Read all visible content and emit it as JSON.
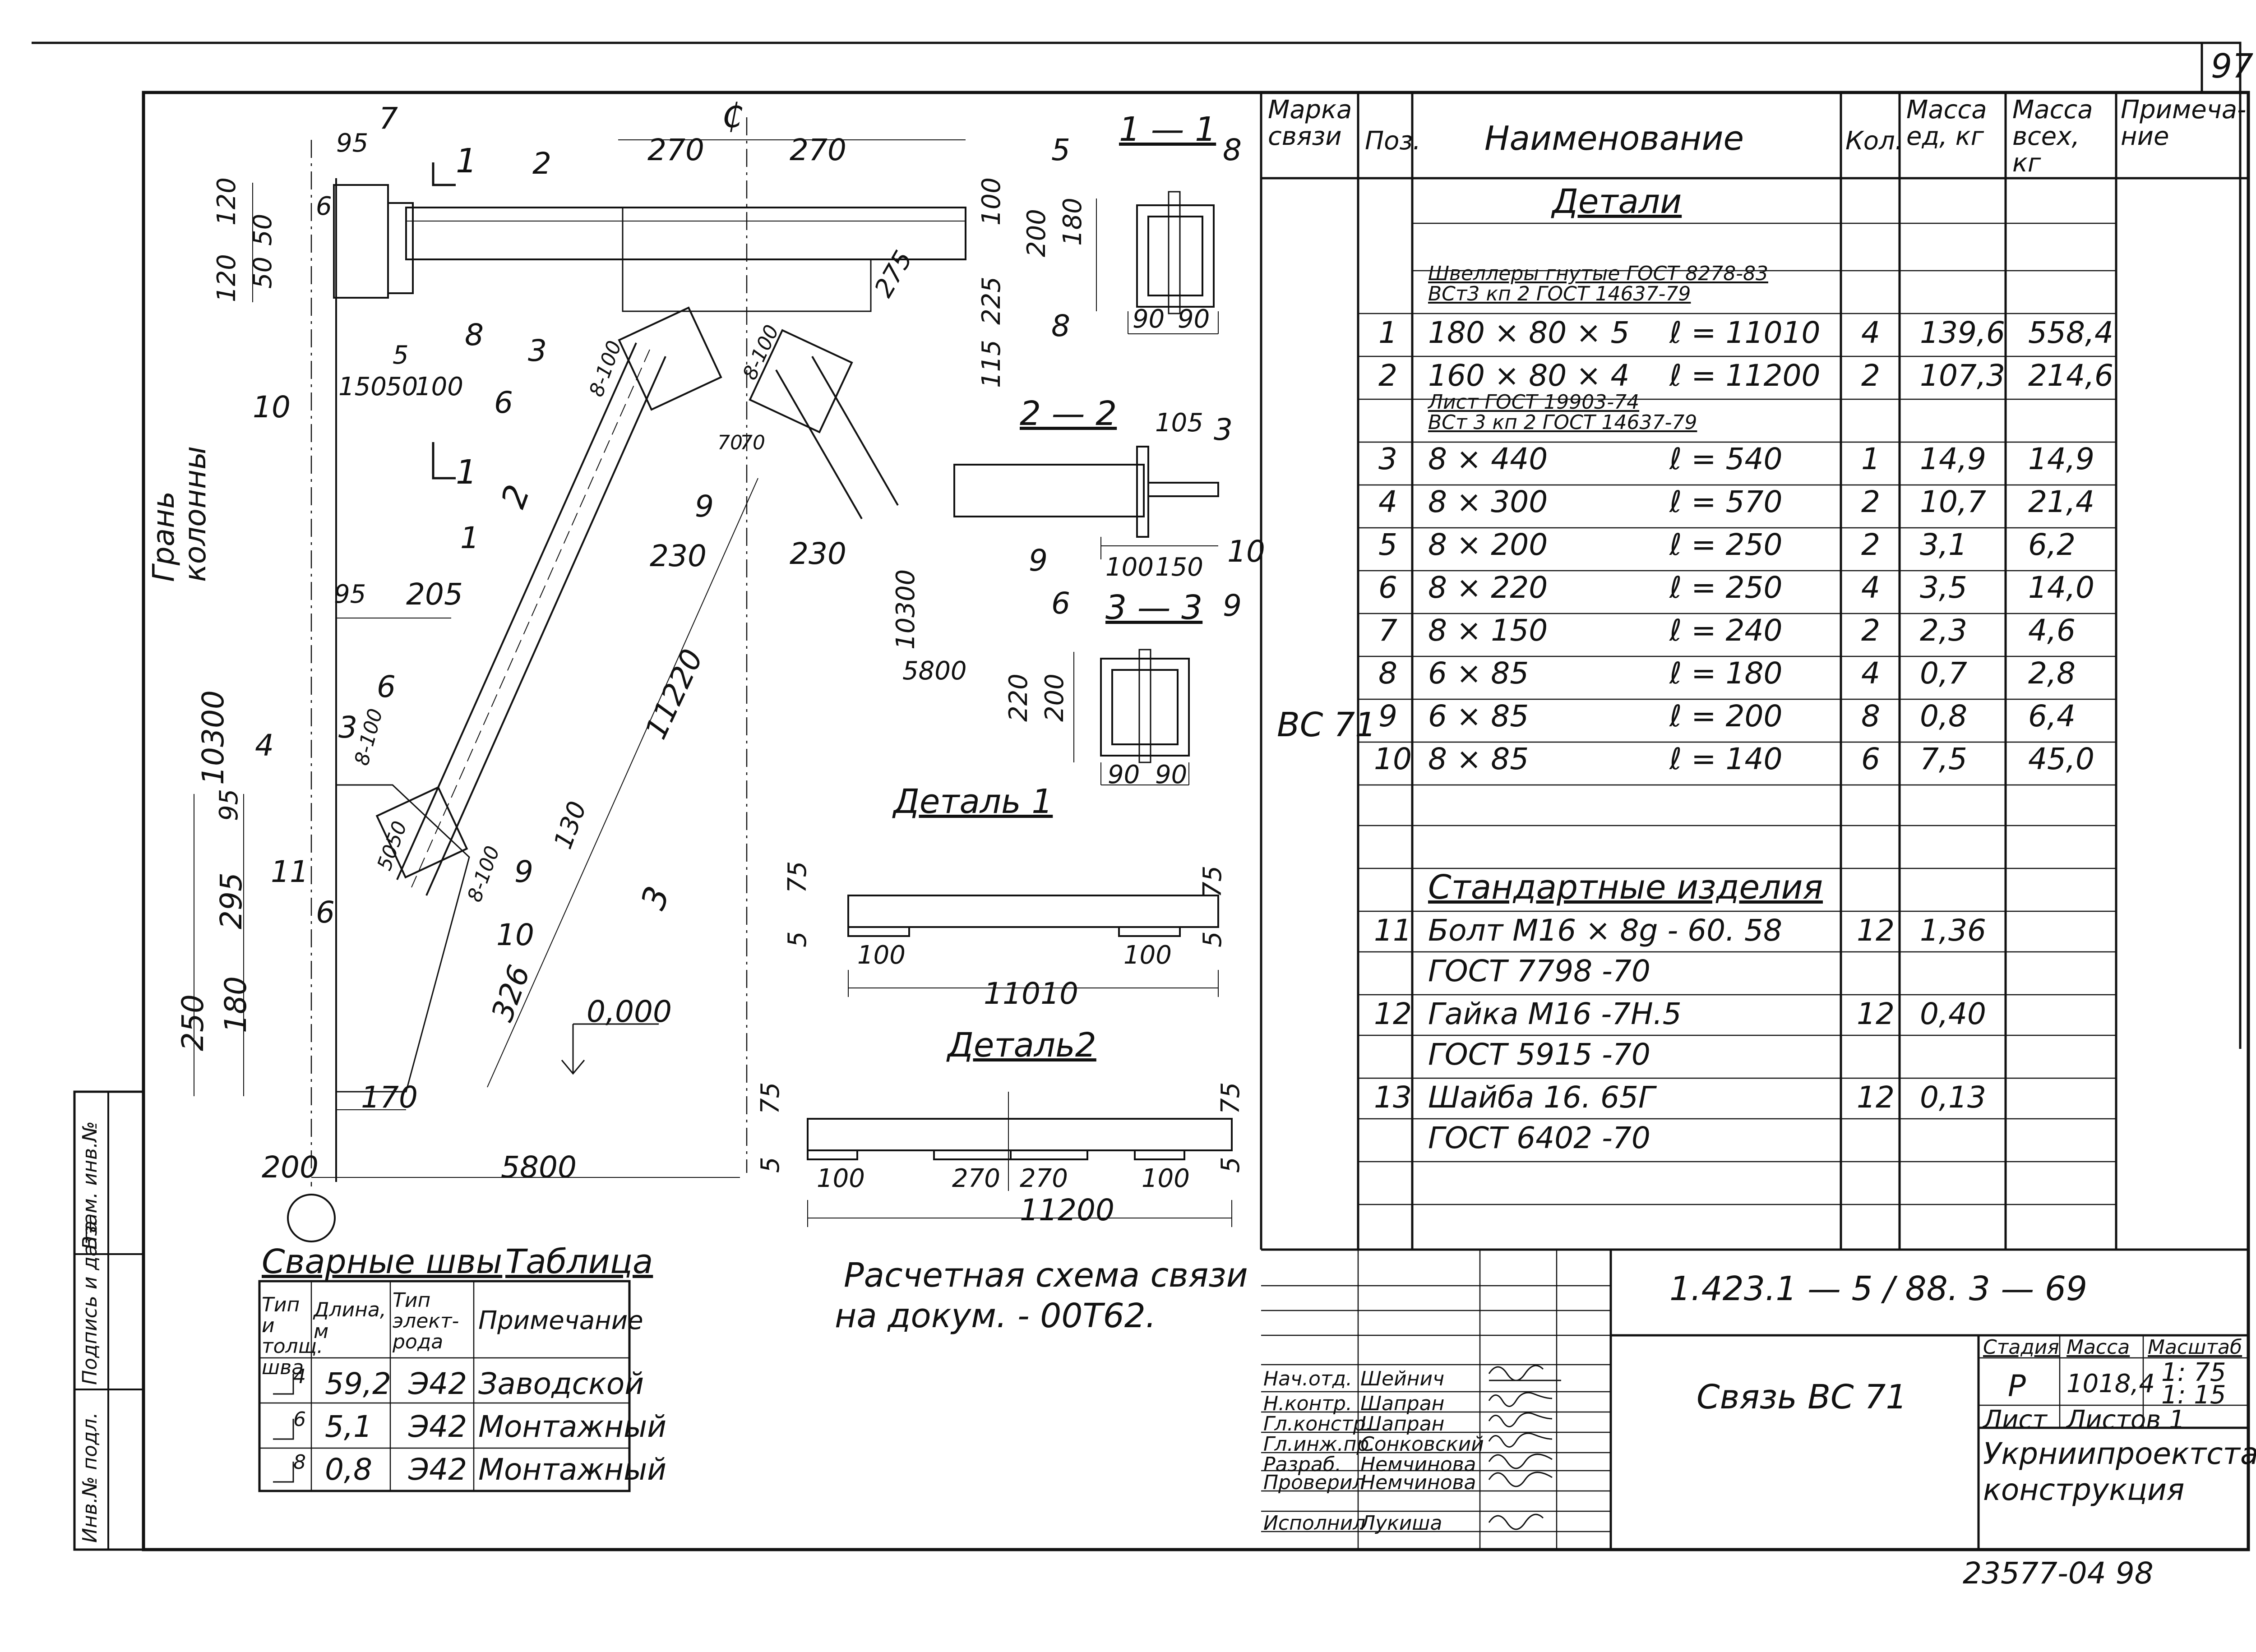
{
  "sheet_number": "97",
  "archive_number": "23577-04 98",
  "drawing": {
    "axis_symbol": "₵",
    "dims_top": [
      "270",
      "270"
    ],
    "dims_left": [
      "95",
      "120",
      "50",
      "50",
      "120",
      "150",
      "50",
      "100",
      "5"
    ],
    "labels_left": [
      "7",
      "6",
      "8",
      "2",
      "10",
      "3",
      "6",
      "1",
      "4",
      "6",
      "11",
      "9",
      "10",
      "6",
      "3"
    ],
    "dim_100": "100",
    "dim_225": "225",
    "dim_115": "115",
    "dim_275": "275",
    "dim_8_100_a": "8-100",
    "dim_8_100_b": "8-100",
    "dim_8_100_c": "8-100",
    "dim_8_100_d": "8-100",
    "dim_9": "9",
    "dim_70a": "70",
    "dim_70b": "70",
    "dim_230a": "230",
    "dim_230b": "230",
    "dim_10300_v": "10300",
    "dim_5800_v": "5800",
    "dim_11220": "11220",
    "dim_95b": "95",
    "dim_205": "205",
    "dim_10300_left": "10300",
    "dim_95c": "95",
    "dim_295": "295",
    "dim_250": "250",
    "dim_180": "180",
    "dim_130": "130",
    "dim_326": "326",
    "dim_170": "170",
    "dim_200": "200",
    "dim_5800": "5800",
    "dim_50_50": "5050",
    "level_mark": "0,000",
    "face_label_1": "Грань",
    "face_label_2": "колонны",
    "section_11_mark": "1",
    "section_22_mark": "2",
    "section_33_mark": "3",
    "section_11_title": "1 — 1",
    "section_22_title": "2 — 2",
    "section_33_title": "3 — 3",
    "s11_dims": [
      "5",
      "8",
      "200",
      "180",
      "8",
      "90",
      "90"
    ],
    "s22_dims": [
      "105",
      "3",
      "9",
      "100",
      "150",
      "10"
    ],
    "s33_dims": [
      "6",
      "9",
      "220",
      "200",
      "90",
      "90"
    ],
    "detail1_title": "Деталь 1",
    "detail1_dims": [
      "75",
      "75",
      "5",
      "5",
      "100",
      "100",
      "11010"
    ],
    "detail2_title": "Деталь2",
    "detail2_dims": [
      "75",
      "75",
      "5",
      "5",
      "100",
      "270",
      "270",
      "100",
      "11200"
    ],
    "scheme_note_1": "Расчетная схема связи",
    "scheme_note_2": "на докум. - 00Т62."
  },
  "welds_table": {
    "caption_left": "Сварные швы",
    "caption_right": "Таблица",
    "headers": [
      "Тип и толщ. шва",
      "Длина, м",
      "Тип элект- рода",
      "Примечание"
    ],
    "rows": [
      {
        "type": "4",
        "length": "59,2",
        "electrode": "Э42",
        "note": "Заводской"
      },
      {
        "type": "6",
        "length": "5,1",
        "electrode": "Э42",
        "note": "Монтажный"
      },
      {
        "type": "8",
        "length": "0,8",
        "electrode": "Э42",
        "note": "Монтажный"
      }
    ]
  },
  "side_stamp": {
    "cells": [
      "Инв.№ подл.",
      "Подпись и дата",
      "Взам. инв.№"
    ]
  },
  "spec": {
    "headers": {
      "mark": "Марка связи",
      "pos": "Поз.",
      "name": "Наименование",
      "qty": "Кол.",
      "mass_unit": "Масса ед, кг",
      "mass_total": "Масса всех, кг",
      "note": "Примеча- ние"
    },
    "mark_value": "ВС 71",
    "section_details": "Детали",
    "subheader_channels_1": "Швеллеры гнутые ГОСТ 8278-83",
    "subheader_channels_2": "ВСт3 кп 2 ГОСТ 14637-79",
    "subheader_sheet_1": "Лист ГОСТ 19903-74",
    "subheader_sheet_2": "ВСт 3 кп 2 ГОСТ 14637-79",
    "section_standard": "Стандартные изделия",
    "rows": [
      {
        "pos": "1",
        "size": "180 × 80 × 5",
        "len": "ℓ = 11010",
        "qty": "4",
        "mass": "139,6",
        "total": "558,4"
      },
      {
        "pos": "2",
        "size": "160 × 80 × 4",
        "len": "ℓ = 11200",
        "qty": "2",
        "mass": "107,3",
        "total": "214,6"
      },
      {
        "pos": "3",
        "size": "8 × 440",
        "len": "ℓ = 540",
        "qty": "1",
        "mass": "14,9",
        "total": "14,9"
      },
      {
        "pos": "4",
        "size": "8 × 300",
        "len": "ℓ = 570",
        "qty": "2",
        "mass": "10,7",
        "total": "21,4"
      },
      {
        "pos": "5",
        "size": "8 × 200",
        "len": "ℓ = 250",
        "qty": "2",
        "mass": "3,1",
        "total": "6,2"
      },
      {
        "pos": "6",
        "size": "8 × 220",
        "len": "ℓ = 250",
        "qty": "4",
        "mass": "3,5",
        "total": "14,0"
      },
      {
        "pos": "7",
        "size": "8 × 150",
        "len": "ℓ = 240",
        "qty": "2",
        "mass": "2,3",
        "total": "4,6"
      },
      {
        "pos": "8",
        "size": "6 × 85",
        "len": "ℓ = 180",
        "qty": "4",
        "mass": "0,7",
        "total": "2,8"
      },
      {
        "pos": "9",
        "size": "6 × 85",
        "len": "ℓ = 200",
        "qty": "8",
        "mass": "0,8",
        "total": "6,4"
      },
      {
        "pos": "10",
        "size": "8 × 85",
        "len": "ℓ = 140",
        "qty": "6",
        "mass": "7,5",
        "total": "45,0"
      }
    ],
    "standard_rows": [
      {
        "pos": "11",
        "line1": "Болт М16 × 8g - 60. 58",
        "line2": "ГОСТ 7798 -70",
        "qty": "12",
        "mass": "1,36"
      },
      {
        "pos": "12",
        "line1": "Гайка М16 -7Н.5",
        "line2": "ГОСТ 5915 -70",
        "qty": "12",
        "mass": "0,40"
      },
      {
        "pos": "13",
        "line1": "Шайба 16. 65Г",
        "line2": "ГОСТ 6402 -70",
        "qty": "12",
        "mass": "0,13"
      }
    ]
  },
  "title_block": {
    "code": "1.423.1 — 5 / 88. 3 — 69",
    "title": "Связь ВС 71",
    "stage_label": "Стадия",
    "mass_label": "Масса",
    "scale_label": "Масштаб",
    "stage": "Р",
    "mass": "1018,4",
    "scale_1": "1: 75",
    "scale_2": "1: 15",
    "sheet_label": "Лист",
    "sheets_label": "Листов 1",
    "org_1": "Укрниипроектсталь-",
    "org_2": "конструкция",
    "people": [
      {
        "role": "Нач.отд.",
        "name": "Шейнич"
      },
      {
        "role": "Н.контр.",
        "name": "Шапран"
      },
      {
        "role": "Гл.констр.",
        "name": "Шапран"
      },
      {
        "role": "Гл.инж.пр.",
        "name": "Сонковский"
      },
      {
        "role": "Разраб.",
        "name": "Немчинова"
      },
      {
        "role": "Проверил",
        "name": "Немчинова"
      },
      {
        "role": "Исполнил",
        "name": "Лукиша"
      }
    ]
  }
}
